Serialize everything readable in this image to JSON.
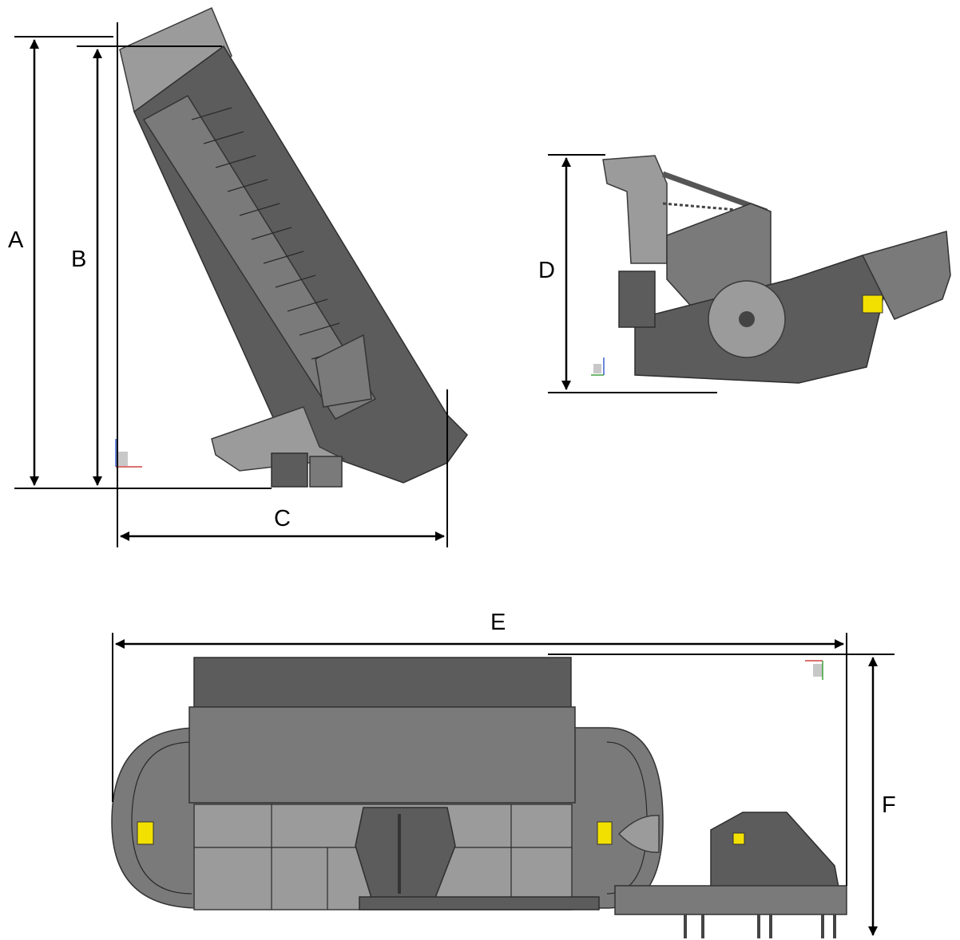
{
  "dimensions": {
    "a": "A",
    "b": "B",
    "c": "C",
    "d": "D",
    "e": "E",
    "f": "F"
  },
  "colors": {
    "machine_dark": "#5c5c5c",
    "machine_mid": "#7a7a7a",
    "machine_light": "#9b9b9b",
    "warning_label": "#f2e100"
  }
}
